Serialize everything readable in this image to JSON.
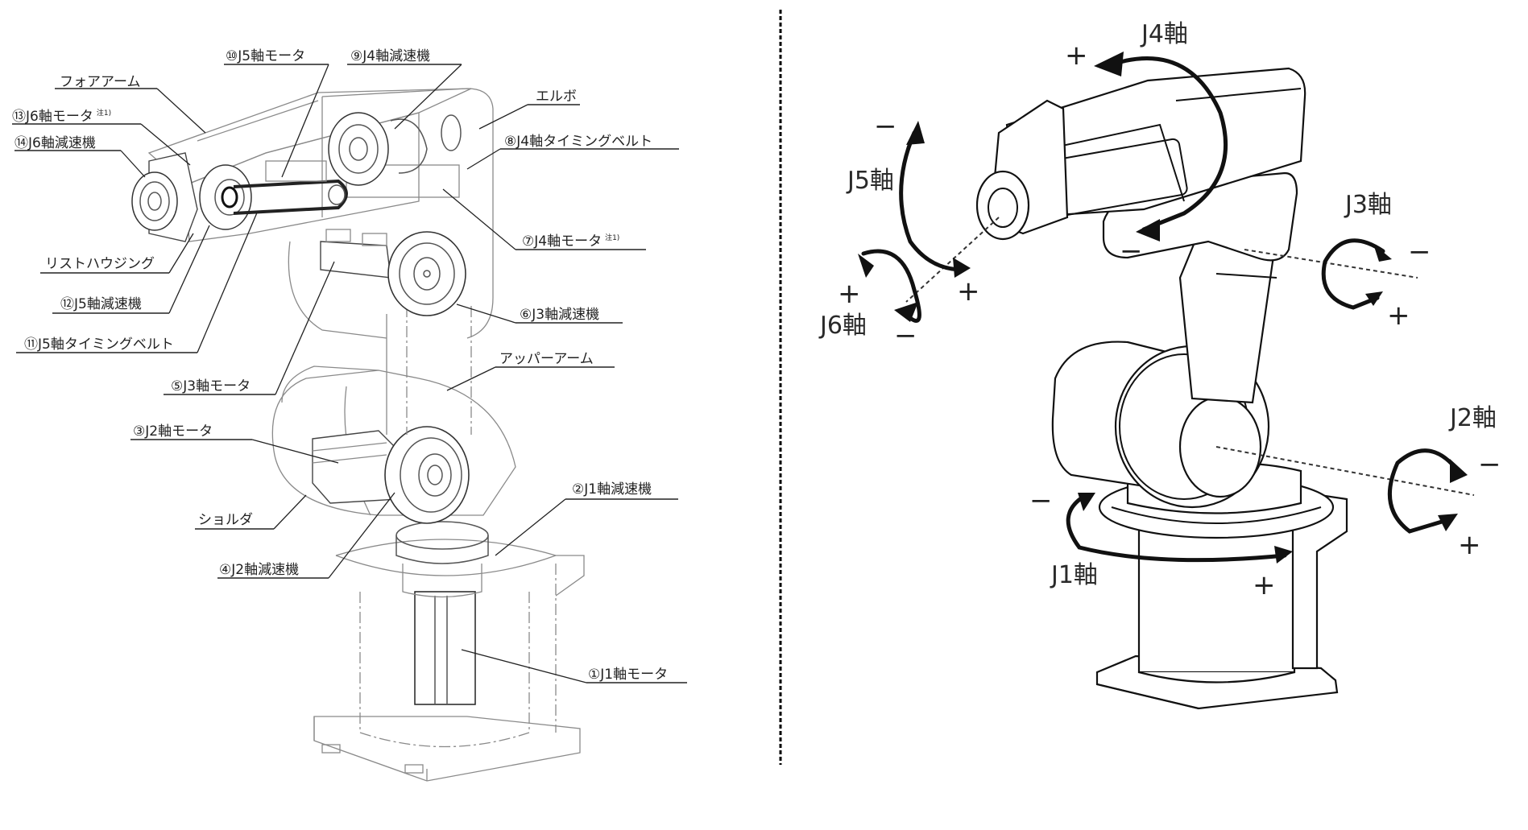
{
  "left_diagram": {
    "title": "Component layout (exploded internal view)",
    "labels": [
      {
        "id": "forearm",
        "text": "フォアアーム"
      },
      {
        "id": "j5-motor",
        "text": "⑩J5軸モータ"
      },
      {
        "id": "j4-reducer",
        "text": "⑨J4軸減速機"
      },
      {
        "id": "elbow",
        "text": "エルボ"
      },
      {
        "id": "j6-motor",
        "text": "⑬J6軸モータ",
        "note": "注1)"
      },
      {
        "id": "j6-reducer",
        "text": "⑭J6軸減速機"
      },
      {
        "id": "j4-timing-belt",
        "text": "⑧J4軸タイミングベルト"
      },
      {
        "id": "j4-motor",
        "text": "⑦J4軸モータ",
        "note": "注1)"
      },
      {
        "id": "wrist-housing",
        "text": "リストハウジング"
      },
      {
        "id": "j5-reducer",
        "text": "⑫J5軸減速機"
      },
      {
        "id": "j3-reducer",
        "text": "⑥J3軸減速機"
      },
      {
        "id": "j5-timing-belt",
        "text": "⑪J5軸タイミングベルト"
      },
      {
        "id": "upper-arm",
        "text": "アッパーアーム"
      },
      {
        "id": "j3-motor",
        "text": "⑤J3軸モータ"
      },
      {
        "id": "j2-motor",
        "text": "③J2軸モータ"
      },
      {
        "id": "j1-reducer",
        "text": "②J1軸減速機"
      },
      {
        "id": "shoulder",
        "text": "ショルダ"
      },
      {
        "id": "j2-reducer",
        "text": "④J2軸減速機"
      },
      {
        "id": "j1-motor",
        "text": "①J1軸モータ"
      }
    ]
  },
  "right_diagram": {
    "title": "Axis rotation directions",
    "axes": [
      {
        "id": "j1",
        "label": "J1軸",
        "plus": "+",
        "minus": "−"
      },
      {
        "id": "j2",
        "label": "J2軸",
        "plus": "+",
        "minus": "−"
      },
      {
        "id": "j3",
        "label": "J3軸",
        "plus": "+",
        "minus": "−"
      },
      {
        "id": "j4",
        "label": "J4軸",
        "plus": "+",
        "minus": "−"
      },
      {
        "id": "j5",
        "label": "J5軸",
        "plus": "+",
        "minus": "−"
      },
      {
        "id": "j6",
        "label": "J6軸",
        "plus": "+",
        "minus": "−"
      }
    ]
  }
}
